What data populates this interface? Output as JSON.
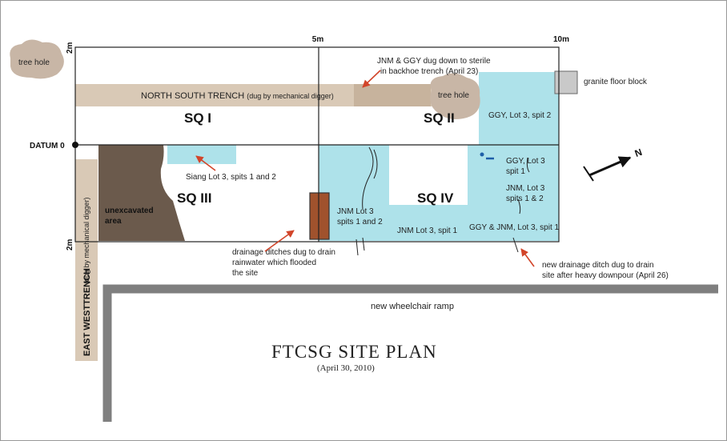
{
  "plan": {
    "title": "FTCSG SITE PLAN",
    "date": "(April 30, 2010)",
    "north_letter": "N",
    "scale": {
      "m2_top": "2m",
      "m5": "5m",
      "m10": "10m",
      "m2_bottom": "2m"
    },
    "datum": "DATUM 0",
    "tree_hole_1": "tree hole",
    "tree_hole_2": "tree hole",
    "granite": "granite floor block",
    "ns_trench": "NORTH SOUTH TRENCH",
    "ns_trench_note": "(dug by mechanical digger)",
    "ew_trench": "EAST WESTTRENCH",
    "ew_trench_note": "(dug by mechanical digger)",
    "sq1": "SQ I",
    "sq2": "SQ II",
    "sq3": "SQ III",
    "sq4": "SQ IV",
    "unexcavated_1": "unexcavated",
    "unexcavated_2": "area",
    "jnm_ggy_1": "JNM & GGY dug down to sterile",
    "jnm_ggy_2": "in backhoe trench (April 23)",
    "siang": "Siang Lot 3, spits 1 and 2",
    "ggy_spit2": "GGY, Lot 3, spit 2",
    "ggy_spit1_a": "GGY, Lot 3",
    "ggy_spit1_b": "spit 1",
    "jnm_right_a": "JNM, Lot 3",
    "jnm_right_b": "spits 1 & 2",
    "jnm_left_a": "JNM Lot 3",
    "jnm_left_b": "spits 1 and 2",
    "jnm_spit1": "JNM Lot 3, spit 1",
    "ggy_jnm": "GGY & JNM, Lot 3, spit 1",
    "drain1_a": "drainage ditches dug to drain",
    "drain1_b": "rainwater which flooded",
    "drain1_c": "the site",
    "drain2_a": "new drainage ditch dug to drain",
    "drain2_b": "site after heavy downpour (April 26)",
    "ramp": "new wheelchair ramp"
  },
  "colors": {
    "excavated": "#aee2ea",
    "trench": "#d9c9b6",
    "tree_hole": "#c8b6a6",
    "unexcavated": "#6b5a4c",
    "drain_box": "#a0522d",
    "ramp": "#7f7f7f",
    "granite": "#c9c9c9",
    "arrow": "#d2452a"
  }
}
